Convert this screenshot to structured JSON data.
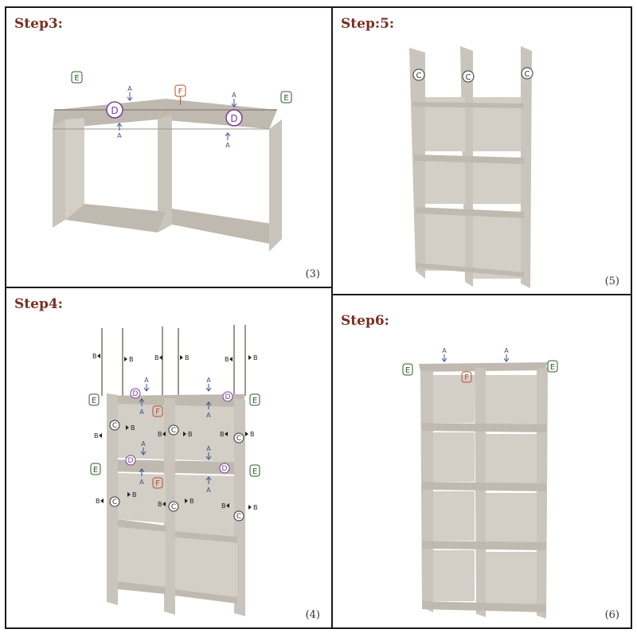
{
  "panels": {
    "p3": {
      "title": "Step3:",
      "number": "(3)"
    },
    "p5": {
      "title": "Step:5:",
      "number": "(5)"
    },
    "p4": {
      "title": "Step4:",
      "number": "(4)"
    },
    "p6": {
      "title": "Step6:",
      "number": "(6)"
    }
  },
  "labels": {
    "A": "A",
    "B": "B",
    "C": "C",
    "D": "D",
    "E": "E",
    "F": "F"
  },
  "colors": {
    "frame": "#c9c4bc",
    "frame_dark": "#9c968d",
    "panel_fill": "#d3cec6",
    "panel_shade": "#bfb9b0",
    "title": "#7a2f24",
    "arrow": "#3a4f8f",
    "label_d": "#7a3f9a",
    "label_f": "#b3532b",
    "label_e": "#2f5a2a"
  }
}
